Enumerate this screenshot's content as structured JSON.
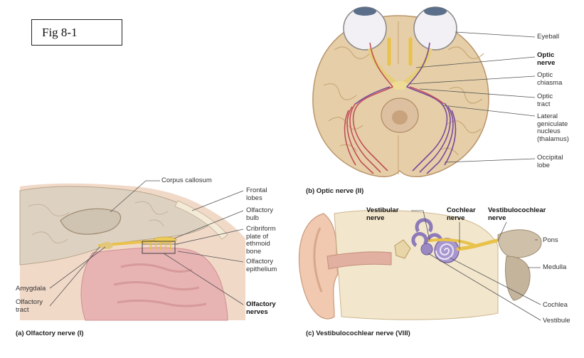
{
  "figure_label": "Fig 8-1",
  "panels": {
    "optic": {
      "caption": "(b) Optic nerve (II)",
      "labels": {
        "eyeball": "Eyeball",
        "optic_nerve": "Optic\nnerve",
        "optic_chiasma": "Optic\nchiasma",
        "optic_tract": "Optic\ntract",
        "lgn": "Lateral\ngeniculate\nnucleus\n(thalamus)",
        "occipital_lobe": "Occipital\nlobe"
      }
    },
    "olfactory": {
      "caption": "(a) Olfactory nerve (I)",
      "labels": {
        "corpus_callosum": "Corpus callosum",
        "frontal_lobes": "Frontal\nlobes",
        "olfactory_bulb": "Olfactory\nbulb",
        "cribriform_plate": "Cribriform\nplate of\nethmoid\nbone",
        "olfactory_epithelium": "Olfactory\nepithelium",
        "amygdala": "Amygdala",
        "olfactory_tract": "Olfactory\ntract",
        "olfactory_nerves": "Olfactory\nnerves"
      }
    },
    "vestibulocochlear": {
      "caption": "(c) Vestibulocochlear nerve (VIII)",
      "labels": {
        "vestibular_nerve": "Vestibular\nnerve",
        "cochlear_nerve": "Cochlear\nnerve",
        "vestibulocochlear_nerve": "Vestibulocochlear\nnerve",
        "pons": "Pons",
        "medulla": "Medulla",
        "cochlea": "Cochlea",
        "vestibule": "Vestibule"
      }
    }
  },
  "colors": {
    "brain": "#e6cfa8",
    "nerve": "#e8c24a",
    "tissue_pink": "#e8b3b3",
    "visual_left": "#c0505a",
    "visual_right": "#7a4a9a",
    "cochlea": "#8d7ab8"
  }
}
